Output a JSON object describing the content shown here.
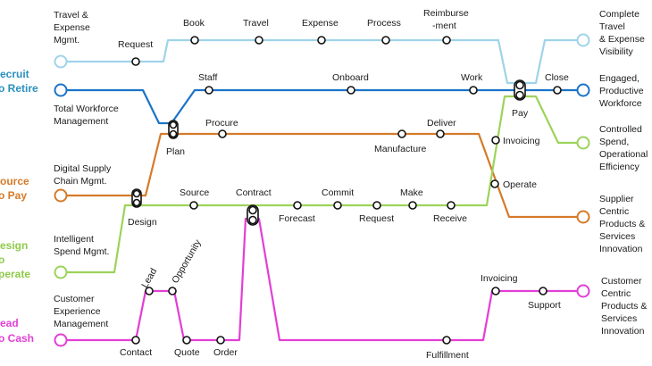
{
  "colors": {
    "travel": "#9fd3ea",
    "workforce": "#1b73c8",
    "supply": "#d57a2a",
    "spend": "#9bd35a",
    "customer": "#e23fd6",
    "left_recruit": "#2a8fbd",
    "left_source": "#d57a2a",
    "left_design": "#8ecb4a",
    "left_lead": "#e23fd6"
  },
  "left_labels": {
    "recruit": [
      "ecruit",
      "o Retire"
    ],
    "source": [
      "ource",
      "o Pay"
    ],
    "design": [
      "esign",
      "o",
      "perate"
    ],
    "lead": [
      "ead",
      "o Cash"
    ]
  },
  "line_names": {
    "travel": [
      "Travel &",
      "Expense",
      "Mgmt."
    ],
    "workforce": [
      "Total Workforce",
      "Management"
    ],
    "supply": [
      "Digital Supply",
      "Chain Mgmt."
    ],
    "spend": [
      "Intelligent",
      "Spend Mgmt."
    ],
    "customer": [
      "Customer",
      "Experience",
      "Management"
    ]
  },
  "outcomes": {
    "travel": [
      "Complete",
      "Travel",
      "& Expense",
      "Visibility"
    ],
    "workforce": [
      "Engaged,",
      "Productive",
      "Workforce"
    ],
    "spend": [
      "Controlled",
      "Spend,",
      "Operational",
      "Efficiency"
    ],
    "supply": [
      "Supplier",
      "Centric",
      "Products &",
      "Services",
      "Innovation"
    ],
    "customer": [
      "Customer",
      "Centric",
      "Products &",
      "Services",
      "Innovation"
    ]
  },
  "stations": {
    "request_travel": "Request",
    "book": "Book",
    "travel": "Travel",
    "expense": "Expense",
    "process": "Process",
    "reimburse": [
      "Reimburse",
      "-ment"
    ],
    "staff": "Staff",
    "onboard": "Onboard",
    "work": "Work",
    "close": "Close",
    "pay": "Pay",
    "plan": "Plan",
    "procure": "Procure",
    "deliver": "Deliver",
    "manufacture": "Manufacture",
    "invoicing_spend": "Invoicing",
    "operate": "Operate",
    "design": "Design",
    "source": "Source",
    "contract": "Contract",
    "forecast": "Forecast",
    "commit": "Commit",
    "request_spend": "Request",
    "make": "Make",
    "receive": "Receive",
    "lead": "Lead",
    "opportunity": "Opportunity",
    "contact": "Contact",
    "quote": "Quote",
    "order": "Order",
    "fulfillment": "Fulfillment",
    "invoicing_cust": "Invoicing",
    "support": "Support"
  }
}
